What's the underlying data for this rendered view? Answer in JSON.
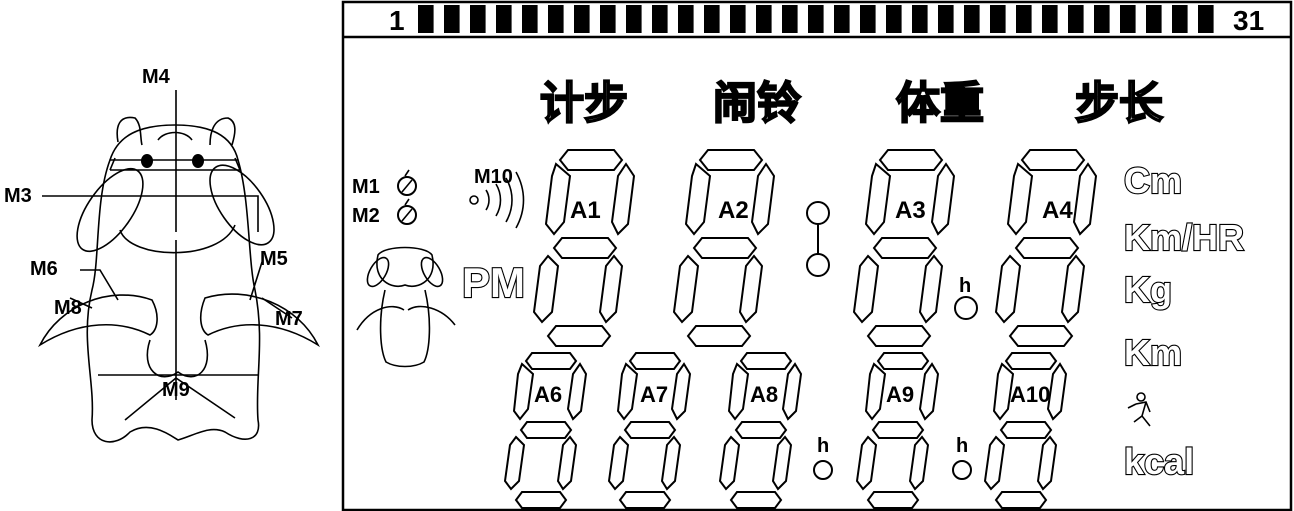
{
  "colors": {
    "ink": "#000000",
    "paper": "#ffffff"
  },
  "bar": {
    "start": "1",
    "end": "31"
  },
  "headings": [
    "计步",
    "闹铃",
    "体重",
    "步长"
  ],
  "icons": {
    "apple": "apple-icon",
    "sound": "sound-wave-icon",
    "runner": "runner-icon",
    "mascot": "mascot-icon"
  },
  "mascot_labels": {
    "m1": "M1",
    "m2": "M2",
    "m10": "M10"
  },
  "pm": "PM",
  "digits_top": [
    "A1",
    "A2",
    "A3",
    "A4"
  ],
  "digits_bottom": [
    "A6",
    "A7",
    "A8",
    "A9",
    "A10"
  ],
  "hour_mark": "h",
  "units": [
    "Cm",
    "Km/HR",
    "Kg",
    "Km",
    "kcal"
  ],
  "figure_labels": {
    "m3": "M3",
    "m4": "M4",
    "m5": "M5",
    "m6": "M6",
    "m7": "M7",
    "m8": "M8",
    "m9": "M9"
  }
}
